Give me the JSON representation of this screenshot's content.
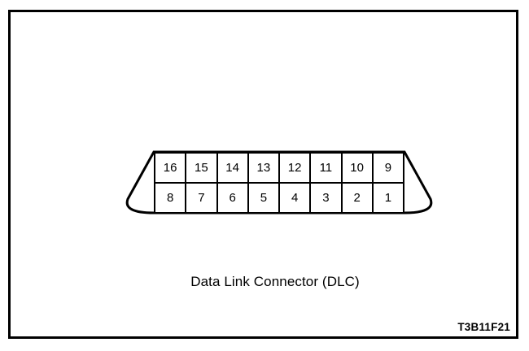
{
  "figure": {
    "caption": "Data Link Connector (DLC)",
    "reference_code": "T3B11F21",
    "border_color": "#000000",
    "background_color": "#ffffff",
    "line_color": "#000000"
  },
  "connector": {
    "name": "Data Link Connector (DLC)",
    "shape": "trapezoid-with-rounded-bottom-corners",
    "rows": 2,
    "columns": 8,
    "pin_rows": [
      {
        "row_name": "top-row",
        "pins": [
          "16",
          "15",
          "14",
          "13",
          "12",
          "11",
          "10",
          "9"
        ]
      },
      {
        "row_name": "bottom-row",
        "pins": [
          "8",
          "7",
          "6",
          "5",
          "4",
          "3",
          "2",
          "1"
        ]
      }
    ]
  }
}
